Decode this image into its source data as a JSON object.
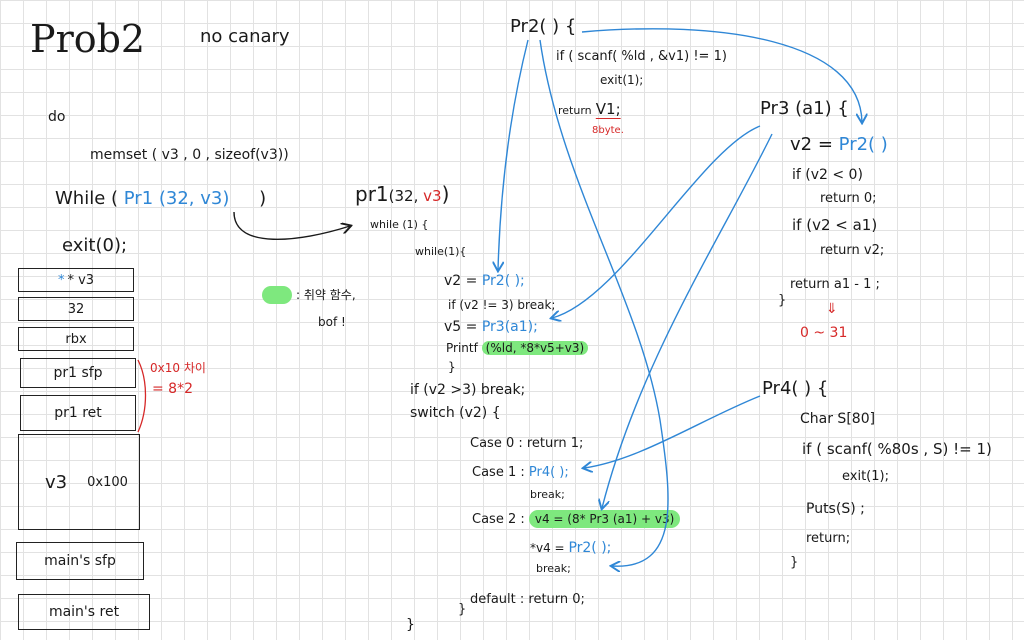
{
  "title": "Prob2",
  "subtitle": "no canary",
  "main": {
    "do": "do",
    "memset": "memset ( v3 , 0 , sizeof(v3))",
    "while_kw": "While (",
    "while_call": "Pr1 (32, v3)",
    "while_close": ")",
    "exit": "exit(0);"
  },
  "stack": {
    "boxes": [
      "* v3",
      "32",
      "rbx",
      "pr1 sfp",
      "pr1 ret",
      "v3",
      "main's sfp",
      "main's ret"
    ],
    "v3_size": "0x100",
    "note_line1": "0x10 차이",
    "note_line2": "= 8*2"
  },
  "legend": {
    "line1": ": 취약 함수,",
    "line2": "bof !"
  },
  "pr1": {
    "sig_name": "pr1",
    "sig_args": "(32, ",
    "sig_v3": "v3",
    "sig_close": ")",
    "while_inner": "while (1) {",
    "while2": "while(1){",
    "v2_lhs": "v2 =",
    "v2_call": "Pr2( );",
    "if_v2": "if (v2 != 3) break;",
    "v5_lhs": "v5 =",
    "v5_call": "Pr3(a1);",
    "printf": "Printf",
    "printf_args": "(%ld, *8*v5+v3)",
    "brace_close": "}",
    "if_v2_gt": "if (v2 >3) break;",
    "switch": "switch (v2) {",
    "case0": "Case 0 : return 1;",
    "case1_lhs": "Case 1 :",
    "case1_call": "Pr4( );",
    "case1_break": "break;",
    "case2_lhs": "Case 2 :",
    "case2_expr": "v4 = (8* Pr3 (a1) + v3)",
    "case2_assign": "*v4 =",
    "case2_call": "Pr2( );",
    "case2_break": "break;",
    "default": "default : return 0;",
    "close1": "}",
    "close2": "}"
  },
  "pr2": {
    "sig": "Pr2( ) {",
    "line1": "if ( scanf( %ld , &v1) != 1)",
    "line2": "exit(1);",
    "ret": "return",
    "ret_var": "V1;",
    "note": "8byte."
  },
  "pr3": {
    "sig": "Pr3 (a1) {",
    "v2_lhs": "v2 =",
    "v2_call": "Pr2( )",
    "if1": "if (v2 < 0)",
    "ret1": "return 0;",
    "if2": "if (v2 < a1)",
    "ret2": "return v2;",
    "ret3": "return a1 - 1 ;",
    "close": "}",
    "arrow": "⇓",
    "range": "0 ~ 31"
  },
  "pr4": {
    "sig": "Pr4( ) {",
    "decl": "Char S[80]",
    "if1": "if ( scanf( %80s , S) != 1)",
    "exit": "exit(1);",
    "puts": "Puts(S) ;",
    "ret": "return;",
    "close": "}"
  },
  "colors": {
    "ink": "#1a1a1a",
    "blue": "#2f87d6",
    "red": "#d62828",
    "highlight": "#7ee87e",
    "grid": "#e2e2e2"
  }
}
